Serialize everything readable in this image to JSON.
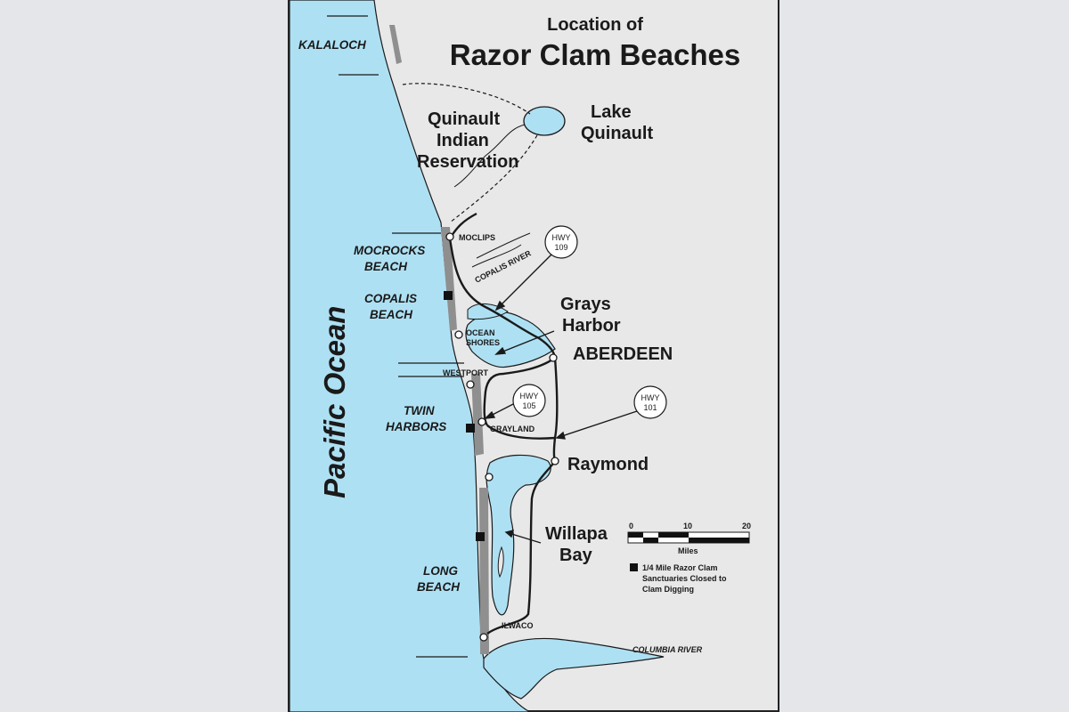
{
  "title": {
    "line1": "Location of",
    "line2": "Razor Clam Beaches"
  },
  "ocean": "Pacific Ocean",
  "beaches": {
    "kalaloch": "KALALOCH",
    "mocrocks_1": "MOCROCKS",
    "mocrocks_2": "BEACH",
    "copalis_1": "COPALIS",
    "copalis_2": "BEACH",
    "twin_1": "TWIN",
    "twin_2": "HARBORS",
    "long_1": "LONG",
    "long_2": "BEACH"
  },
  "places": {
    "quinault_1": "Quinault",
    "quinault_2": "Indian",
    "quinault_3": "Reservation",
    "lake_1": "Lake",
    "lake_2": "Quinault",
    "grays_1": "Grays",
    "grays_2": "Harbor",
    "aberdeen": "ABERDEEN",
    "raymond": "Raymond",
    "willapa_1": "Willapa",
    "willapa_2": "Bay",
    "moclips": "MOCLIPS",
    "copalis_river": "COPALIS RIVER",
    "ocean_shores_1": "OCEAN",
    "ocean_shores_2": "SHORES",
    "westport": "WESTPORT",
    "grayland": "GRAYLAND",
    "ilwaco": "ILWACO",
    "columbia_river": "COLUMBIA RIVER"
  },
  "highways": [
    {
      "line1": "HWY",
      "line2": "109"
    },
    {
      "line1": "HWY",
      "line2": "105"
    },
    {
      "line1": "HWY",
      "line2": "101"
    }
  ],
  "scale": {
    "ticks": [
      "0",
      "10",
      "20"
    ],
    "unit": "Miles"
  },
  "legend": {
    "line1": "1/4 Mile Razor Clam",
    "line2": "Sanctuaries Closed to",
    "line3": "Clam Digging"
  },
  "colors": {
    "water": "#aee0f3",
    "land": "#e8e8e8",
    "beach": "#8f8f8f",
    "outline": "#1a1a1a"
  }
}
